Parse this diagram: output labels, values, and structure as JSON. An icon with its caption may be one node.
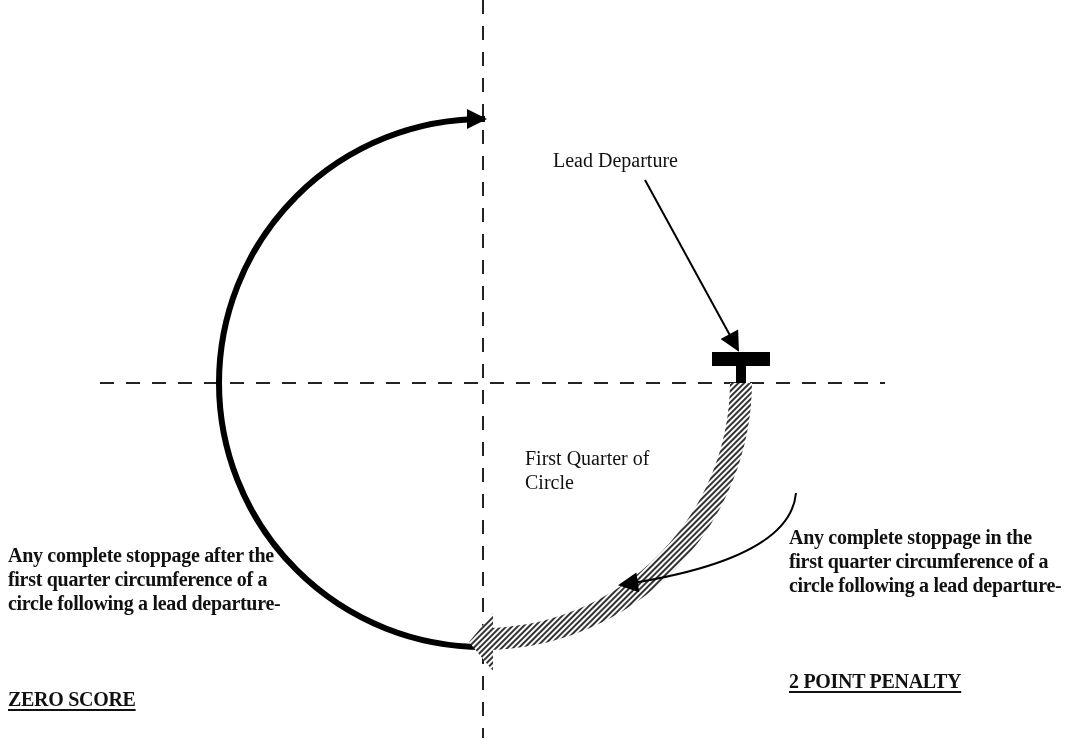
{
  "diagram": {
    "nodes": [
      {
        "text": [
          "Lead Departure"
        ]
      },
      {
        "text": [],
        "shape": "bar"
      }
    ],
    "edges": [
      {
        "from": 0,
        "to": 1,
        "arrow": "to"
      }
    ],
    "labels": [
      "First Quarter of Circle",
      "Any complete stoppage after the first quarter circumference of a circle following a lead departure-",
      "ZERO SCORE",
      "Any complete stoppage in the first quarter circumference of a circle following a lead departure-",
      "2 POINT PENALTY"
    ]
  }
}
